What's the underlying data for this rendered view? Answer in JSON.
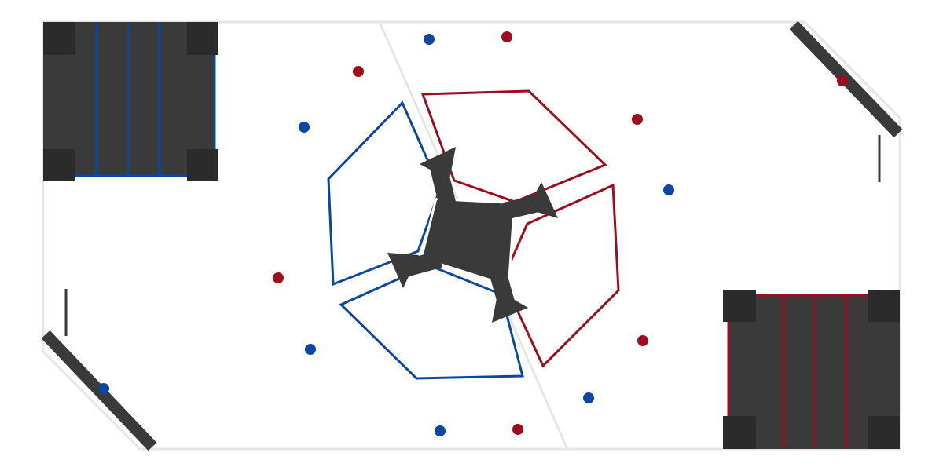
{
  "colors": {
    "background": "#ffffff",
    "field": "#ffffff",
    "field_border": "#e6e6e6",
    "center_line": "#e6e6e6",
    "structure": "#3a3a3a",
    "corner_block": "#2b2b2b",
    "blue": "#0a47a1",
    "red": "#a00b1e"
  },
  "hub": {
    "name": "central-hub"
  },
  "zones": [
    {
      "name": "blue-zone-upper",
      "alliance": "blue"
    },
    {
      "name": "blue-zone-lower",
      "alliance": "blue"
    },
    {
      "name": "red-zone-upper",
      "alliance": "red"
    },
    {
      "name": "red-zone-lower",
      "alliance": "red"
    }
  ],
  "stations": [
    {
      "name": "blue-station",
      "alliance": "blue"
    },
    {
      "name": "red-station",
      "alliance": "red"
    }
  ],
  "game_pieces": [
    {
      "alliance": "blue"
    },
    {
      "alliance": "red"
    },
    {
      "alliance": "red"
    },
    {
      "alliance": "blue"
    },
    {
      "alliance": "red"
    },
    {
      "alliance": "red"
    },
    {
      "alliance": "blue"
    },
    {
      "alliance": "red"
    },
    {
      "alliance": "blue"
    },
    {
      "alliance": "red"
    },
    {
      "alliance": "blue"
    },
    {
      "alliance": "blue"
    },
    {
      "alliance": "blue"
    },
    {
      "alliance": "red"
    }
  ]
}
